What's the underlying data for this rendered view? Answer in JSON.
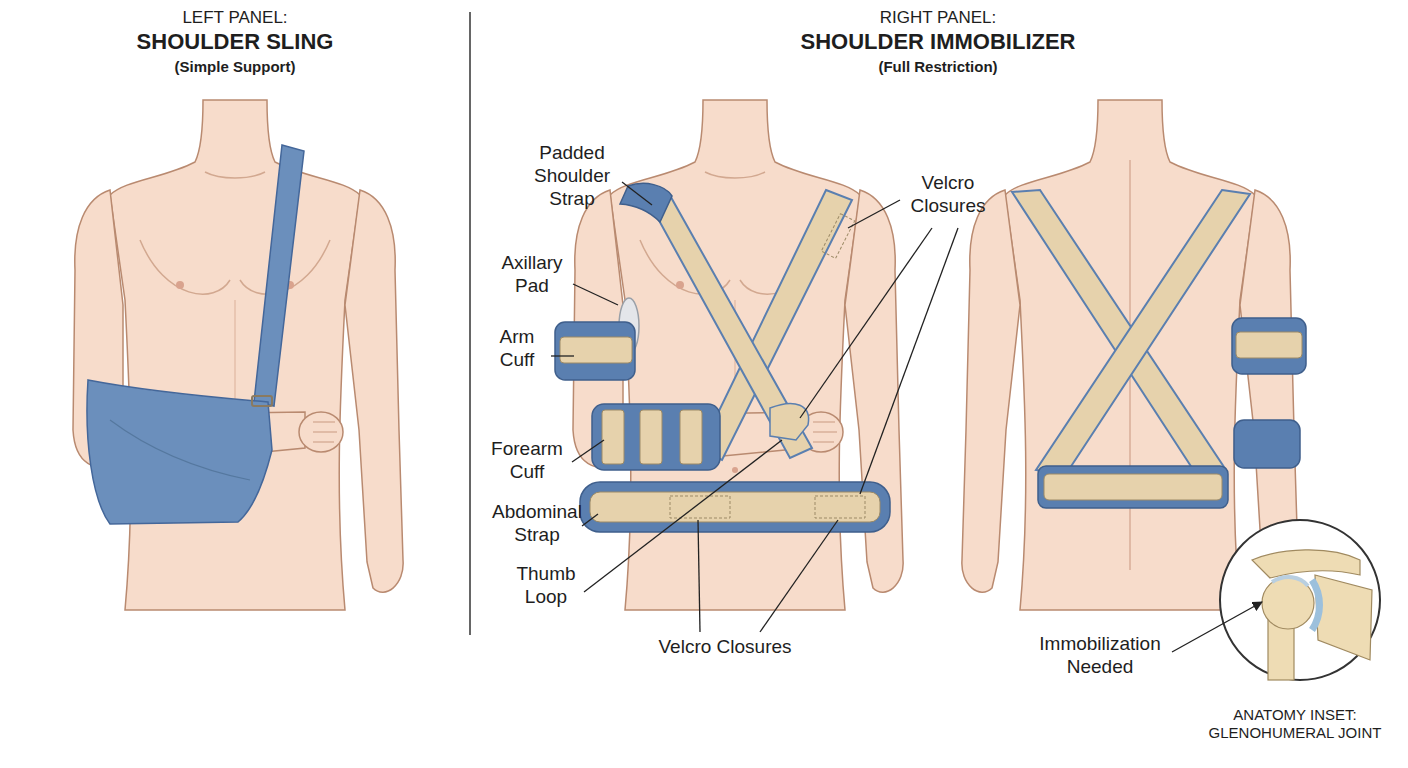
{
  "diagram": {
    "labels": [
      "LEFT PANEL:",
      "SHOULDER SLING",
      "(Simple Support)",
      "RIGHT PANEL:",
      "SHOULDER IMMOBILIZER",
      "(Full Restriction)",
      "Padded Shoulder Strap",
      "Axillary Pad",
      "Arm Cuff",
      "Forearm Cuff",
      "Abdominal Strap",
      "Thumb Loop",
      "Velcro Closures",
      "Velcro Closures",
      "Immobilization Needed",
      "ANATOMY INSET: GLENOHUMERAL JOINT"
    ]
  }
}
